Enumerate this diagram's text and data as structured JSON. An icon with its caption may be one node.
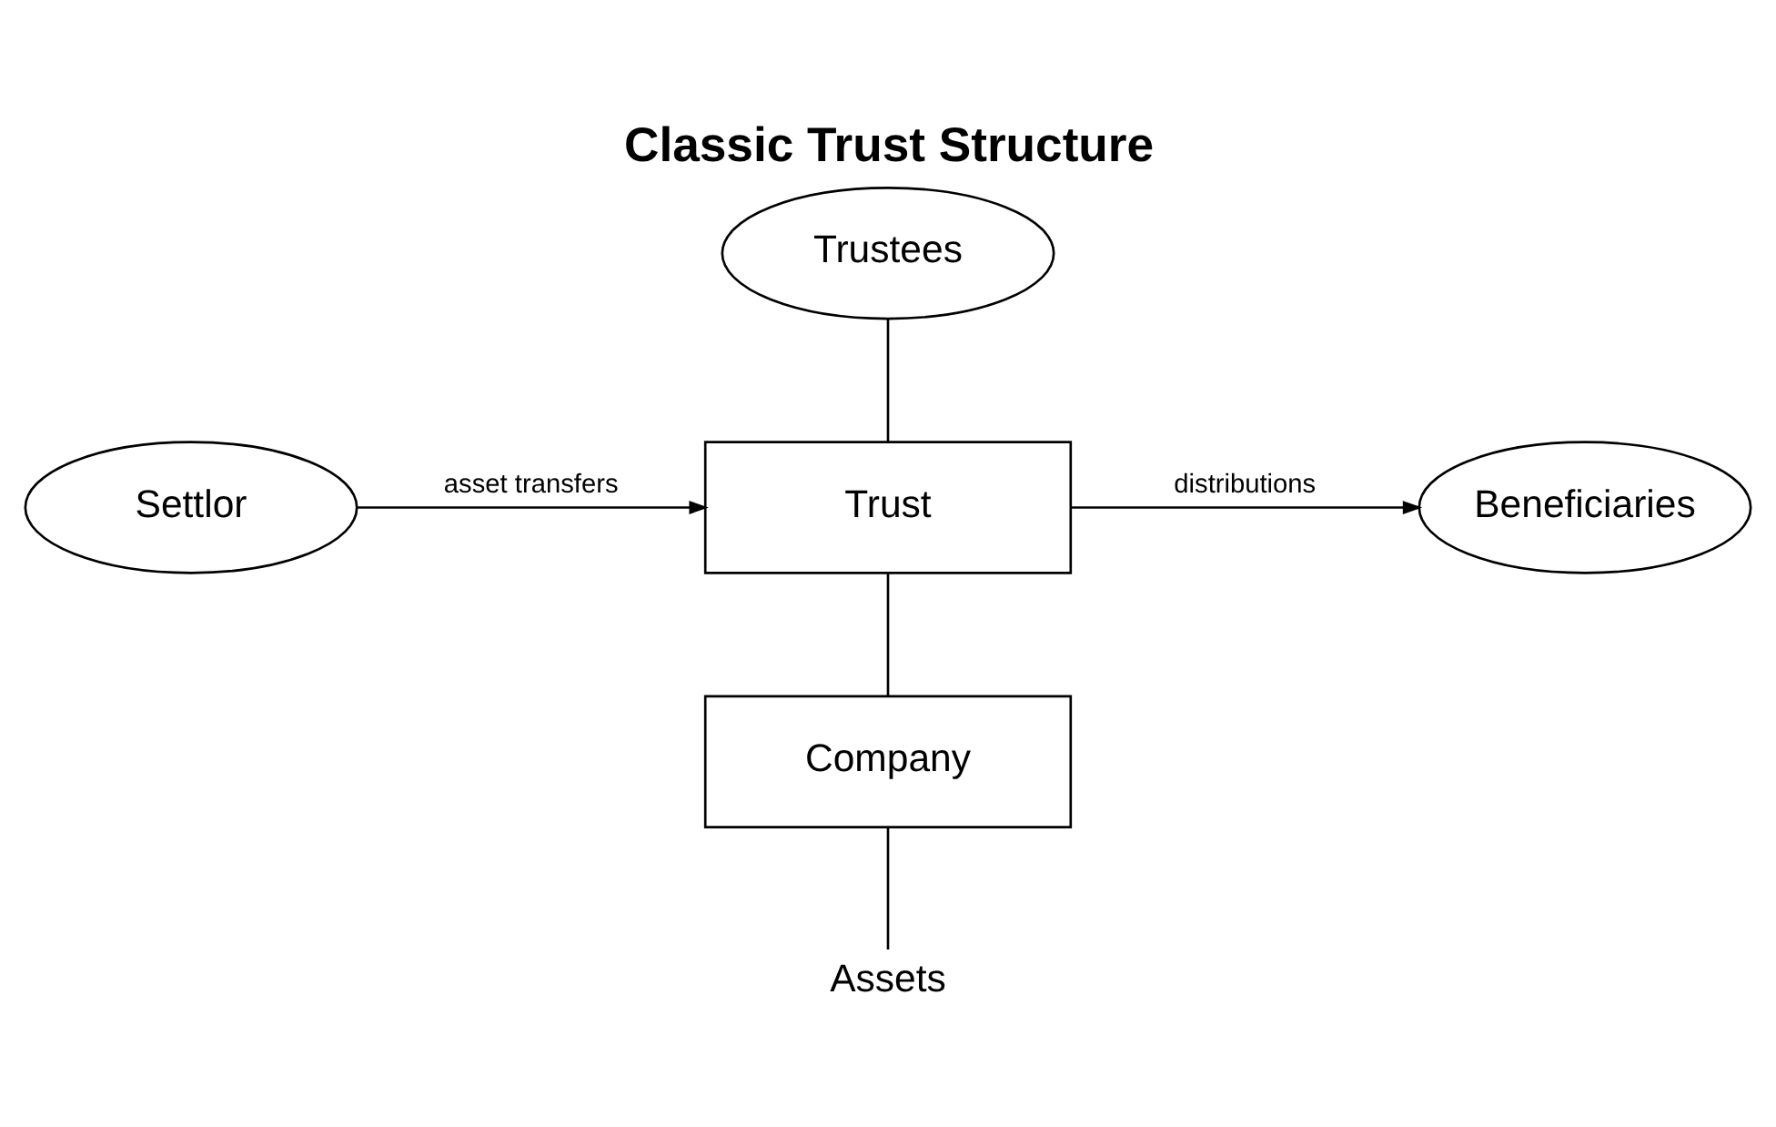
{
  "diagram": {
    "title": "Classic Trust Structure",
    "nodes": [
      {
        "text": [
          "Trustees"
        ]
      },
      {
        "text": [
          "Settlor"
        ]
      },
      {
        "text": [
          "Trust"
        ]
      },
      {
        "text": [
          "Beneficiaries"
        ]
      },
      {
        "text": [
          "Company"
        ]
      },
      {
        "text": [
          "Assets"
        ]
      }
    ],
    "edges": [
      {
        "from": 0,
        "to": 2,
        "arrow": "none"
      },
      {
        "from": 1,
        "to": 2,
        "arrow": "to",
        "label": "asset transfers"
      },
      {
        "from": 2,
        "to": 3,
        "arrow": "to",
        "label": "distributions"
      },
      {
        "from": 2,
        "to": 4,
        "arrow": "none"
      },
      {
        "from": 4,
        "to": 5,
        "arrow": "none"
      }
    ]
  }
}
